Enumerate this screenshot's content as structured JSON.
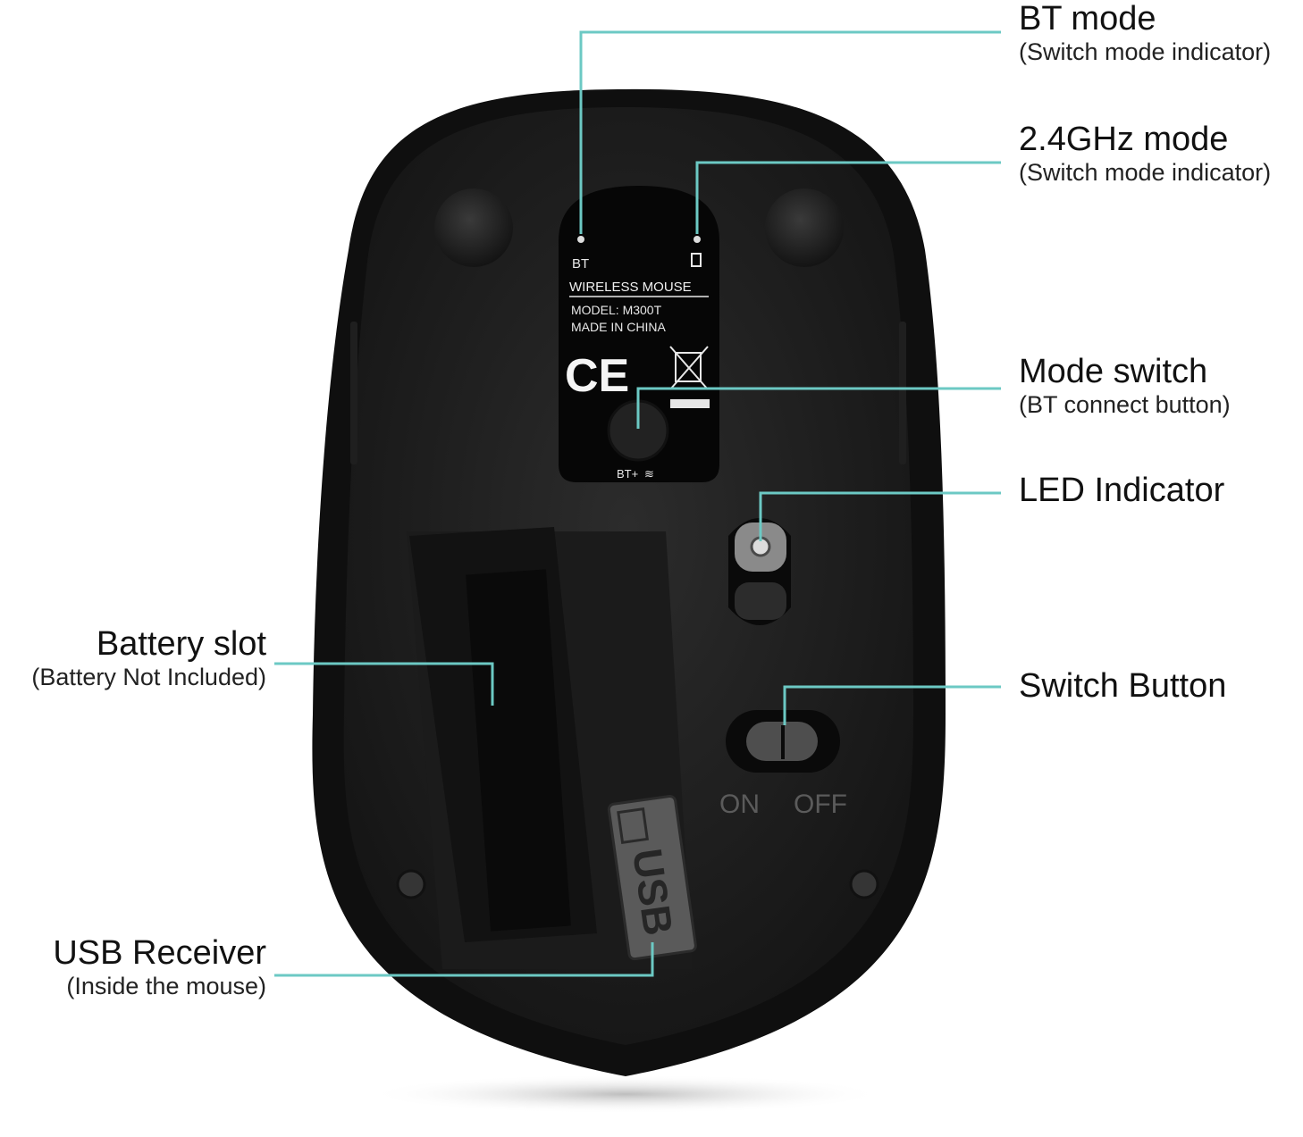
{
  "accent": "#6cc9c4",
  "device": {
    "label_bt": "BT",
    "label_title": "WIRELESS MOUSE",
    "label_model": "MODEL: M300T",
    "label_origin": "MADE IN CHINA",
    "label_ce": "CE",
    "label_button": "BT+",
    "usb_text": "USB",
    "switch_on": "ON",
    "switch_off": "OFF"
  },
  "callouts": {
    "bt_mode": {
      "title": "BT mode",
      "subtitle": "(Switch mode indicator)"
    },
    "ghz_mode": {
      "title": "2.4GHz mode",
      "subtitle": "(Switch mode indicator)"
    },
    "mode_switch": {
      "title": "Mode switch",
      "subtitle": "(BT connect button)"
    },
    "led": {
      "title": "LED Indicator"
    },
    "switch_button": {
      "title": "Switch Button"
    },
    "battery": {
      "title": "Battery slot",
      "subtitle": "(Battery Not Included)"
    },
    "usb": {
      "title": "USB Receiver",
      "subtitle": "(Inside the mouse)"
    }
  }
}
